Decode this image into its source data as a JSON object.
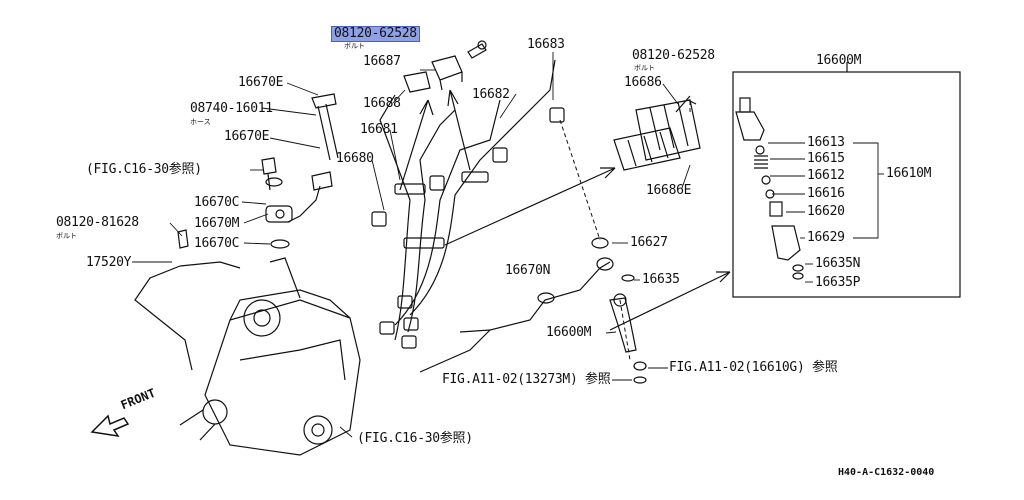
{
  "diagram": {
    "part_labels": {
      "p08120_62528_top": "08120-62528",
      "p16687": "16687",
      "p16688": "16688",
      "p16683": "16683",
      "p16682": "16682",
      "p16681": "16681",
      "p16680": "16680",
      "p16670E_a": "16670E",
      "p08740_16011": "08740-16011",
      "p16670E_b": "16670E",
      "p16670C_a": "16670C",
      "p16670M": "16670M",
      "p08120_81628": "08120-81628",
      "p16670C_b": "16670C",
      "p17520Y": "17520Y",
      "p08120_62528_right": "08120-62528",
      "p16686": "16686",
      "p16686E": "16686E",
      "p16627": "16627",
      "p16670N": "16670N",
      "p16635": "16635",
      "p16600M_inline": "16600M",
      "p16600M_box": "16600M",
      "p16613": "16613",
      "p16615": "16615",
      "p16612": "16612",
      "p16616": "16616",
      "p16620": "16620",
      "p16629": "16629",
      "p16610M": "16610M",
      "p16635N": "16635N",
      "p16635P": "16635P"
    },
    "sub_labels": {
      "bolt_top": "ボルト",
      "bolt_right": "ボルト",
      "bolt_left": "ボルト",
      "hose": "ホース"
    },
    "references": {
      "fig_c16_upper": "(FIG.C16-30参照)",
      "fig_c16_lower": "(FIG.C16-30参照)",
      "fig_a11_13273m": "FIG.A11-02(13273M) 参照",
      "fig_a11_16610g": "FIG.A11-02(16610G) 参照"
    },
    "front_label": "FRONT",
    "drawing_code": "H40-A-C1632-0040",
    "highlight_color": "#8fa0e6"
  }
}
